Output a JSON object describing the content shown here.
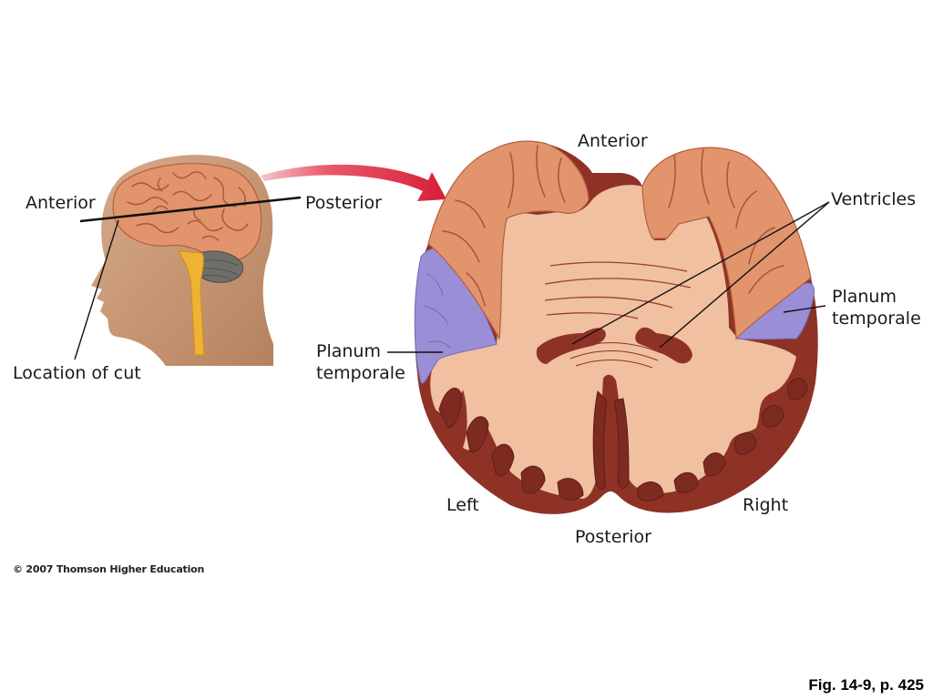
{
  "head_view": {
    "labels": {
      "anterior": "Anterior",
      "posterior": "Posterior",
      "location_of_cut": "Location of cut"
    }
  },
  "section_view": {
    "labels": {
      "anterior": "Anterior",
      "posterior": "Posterior",
      "left": "Left",
      "right": "Right",
      "ventricles": "Ventricles",
      "planum_temporale_left": [
        "Planum",
        "temporale"
      ],
      "planum_temporale_right": [
        "Planum",
        "temporale"
      ]
    }
  },
  "copyright": "© 2007 Thomson Higher Education",
  "figure_ref": "Fig. 14-9, p. 425",
  "colors": {
    "head_skin": "#c89a77",
    "brain_cortex": "#e1936d",
    "cerebellum": "#6f6f6a",
    "spinal_cord": "#f0b233",
    "white_matter": "#f0c0a0",
    "gray_matter_dark": "#8e3226",
    "planum_temporale": "#9a8ed6",
    "arrow": "#d81e36"
  }
}
